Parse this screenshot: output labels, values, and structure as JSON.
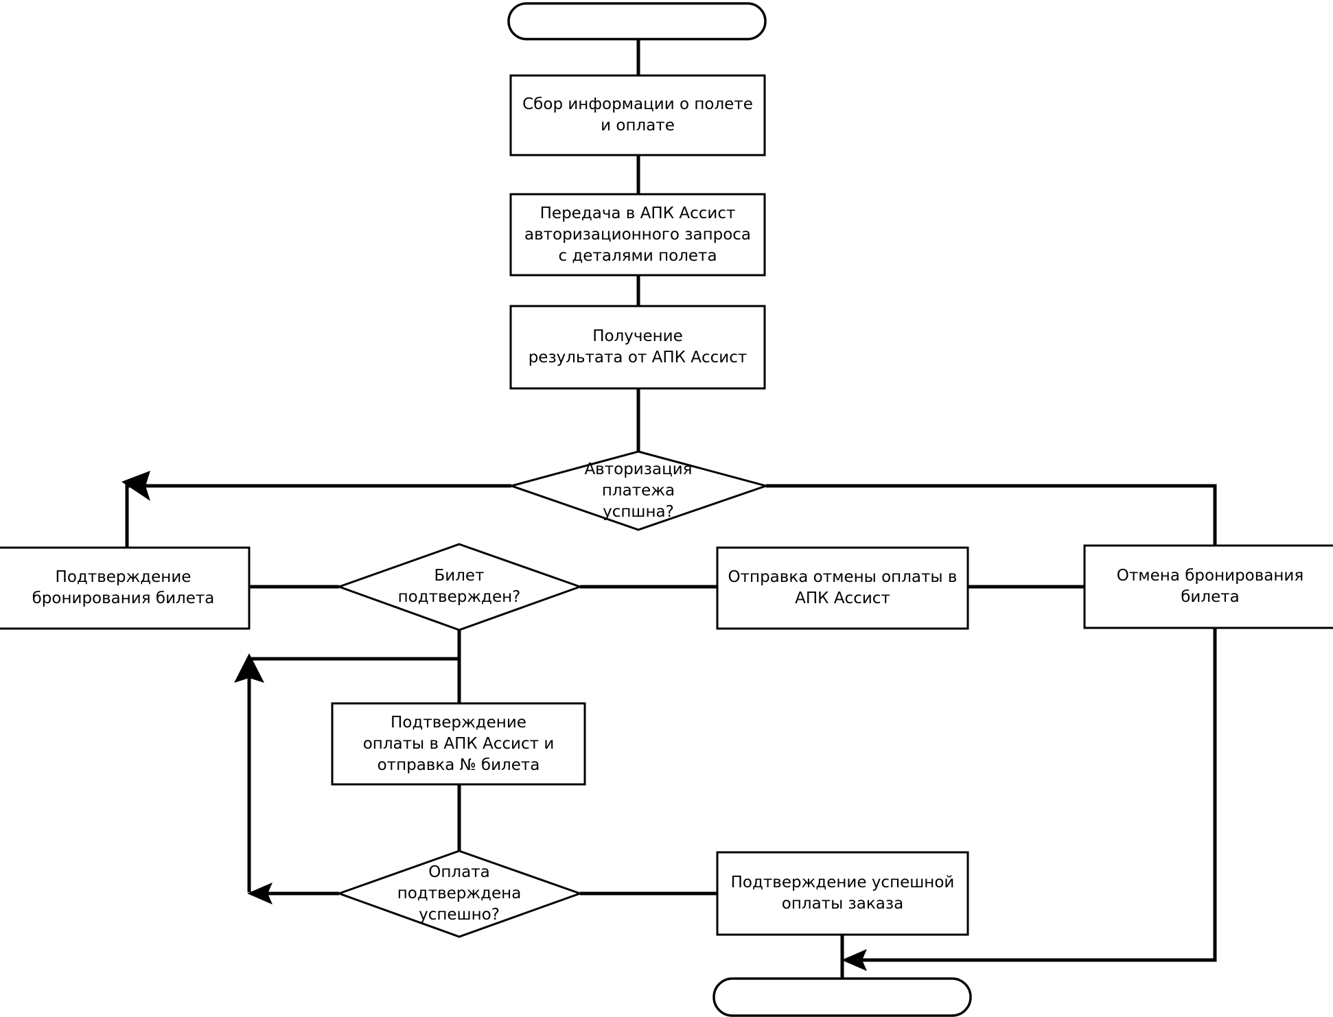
{
  "diagram": {
    "title": "Процесс оплаты и бронирования билета (АПК Ассист)",
    "stroke_color": "#000000",
    "fill_color": "#ffffff",
    "background_color": "#ffffff"
  },
  "nodes": {
    "start": {
      "label": "",
      "shape": "terminator"
    },
    "collect_info": {
      "label": "Сбор информации о полете\nи оплате",
      "shape": "process"
    },
    "send_auth_request": {
      "label": "Передача в АПК Ассист\nавторизационного запроса\nс деталями полета",
      "shape": "process"
    },
    "receive_result": {
      "label": "Получение\nрезультата от АПК Ассист",
      "shape": "process"
    },
    "auth_success": {
      "label": "Авторизация\nплатежа\nуспшна?",
      "shape": "decision"
    },
    "confirm_booking": {
      "label": "Подтверждение\nбронирования билета",
      "shape": "process"
    },
    "ticket_confirmed": {
      "label": "Билет\nподтвержден?",
      "shape": "decision"
    },
    "send_cancel_payment": {
      "label": "Отправка отмены оплаты в\nАПК Ассист",
      "shape": "process"
    },
    "cancel_booking": {
      "label": "Отмена бронирования\nбилета",
      "shape": "process"
    },
    "confirm_payment": {
      "label": "Подтверждение\nоплаты в АПК Ассист и\nотправка № билета",
      "shape": "process"
    },
    "payment_confirmed": {
      "label": "Оплата\nподтверждена\nуспешно?",
      "shape": "decision"
    },
    "confirm_order_paid": {
      "label": "Подтверждение успешной\nоплаты заказа",
      "shape": "process"
    },
    "end": {
      "label": "",
      "shape": "terminator"
    }
  },
  "edges": [
    {
      "from": "start",
      "to": "collect_info"
    },
    {
      "from": "collect_info",
      "to": "send_auth_request"
    },
    {
      "from": "send_auth_request",
      "to": "receive_result"
    },
    {
      "from": "receive_result",
      "to": "auth_success"
    },
    {
      "from": "auth_success",
      "to": "confirm_booking"
    },
    {
      "from": "auth_success",
      "to": "cancel_booking"
    },
    {
      "from": "confirm_booking",
      "to": "ticket_confirmed"
    },
    {
      "from": "ticket_confirmed",
      "to": "send_cancel_payment"
    },
    {
      "from": "ticket_confirmed",
      "to": "confirm_payment"
    },
    {
      "from": "send_cancel_payment",
      "to": "cancel_booking"
    },
    {
      "from": "confirm_payment",
      "to": "payment_confirmed"
    },
    {
      "from": "payment_confirmed",
      "to": "confirm_order_paid"
    },
    {
      "from": "payment_confirmed",
      "to": "confirm_payment"
    },
    {
      "from": "confirm_order_paid",
      "to": "end"
    },
    {
      "from": "cancel_booking",
      "to": "end"
    }
  ]
}
